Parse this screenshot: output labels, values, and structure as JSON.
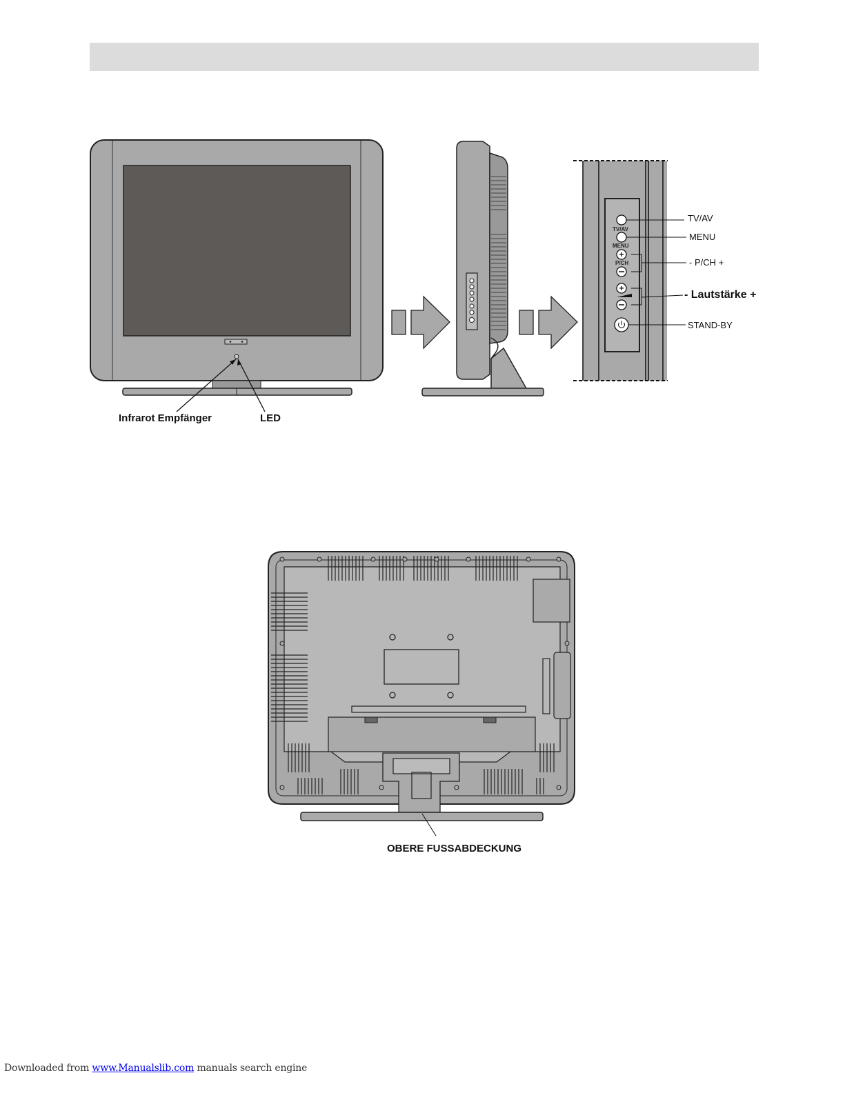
{
  "front_view": {
    "ir_label": "Infrarot Empfänger",
    "led_label": "LED"
  },
  "side_panel": {
    "buttons": {
      "tvav": "TV/AV",
      "menu": "MENU",
      "pch": "P/CH"
    },
    "callouts": {
      "tvav": "TV/AV",
      "menu": "MENU",
      "pch": "- P/CH +",
      "volume": "- Lautstärke +",
      "standby": "STAND-BY"
    }
  },
  "rear_view": {
    "stand_cover_label": "OBERE FUSSABDECKUNG"
  },
  "footer": {
    "prefix": "Downloaded from ",
    "link": "www.Manualslib.com",
    "suffix": " manuals search engine"
  }
}
